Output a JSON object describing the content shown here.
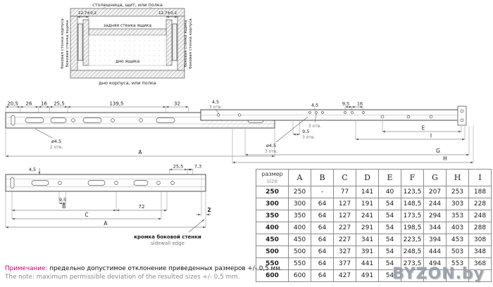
{
  "watermark": "BYZON.by",
  "note": {
    "ru_label": "Примечание:",
    "ru_text": "предельно допустимое отклонение приведенных размеров +/- 0,5 мм.",
    "en_text": "The note: maximum permissible deviation of the resulted sizes +/- 0,5 mm."
  },
  "install": {
    "top": "столешница, щит, или полка",
    "back": "задняя стенка ящика",
    "side_body": "боковая стенка корпуса",
    "side_drawer": "боковая стенка ящика",
    "bottom_drawer": "дно ящика",
    "bottom": "дно корпуса, или полка",
    "dim": "12,7±0,2"
  },
  "drawing": {
    "top": {
      "dims_top": [
        "20,5",
        "26",
        "16",
        "25,5",
        "139,5",
        "32"
      ],
      "hole_top": {
        "v": "4,5",
        "n": "3 отв."
      },
      "right_top": [
        "9,5",
        "16"
      ],
      "hole_right": {
        "v": "4,5",
        "n": "3 отв."
      },
      "hole_left": {
        "v": "ø4,5",
        "n": "2 отв."
      },
      "hole_mid": {
        "v": "9,5",
        "n": "3 отв."
      },
      "hole_mid2": {
        "v": "ø4,5",
        "n": "3 отв."
      },
      "dim_a": "A",
      "dim_e": "E",
      "dim_i": "I",
      "dim_g": "G",
      "dim_h": "H"
    },
    "bottom": {
      "dim_45": "4,5",
      "dim_255": "25,5",
      "dim_73": "7,3",
      "dim_95": "9,5",
      "dim_b": "B",
      "dim_72": "72",
      "dim_c": "C",
      "dim_a": "A",
      "dim_2": "2",
      "edge_ru": "кромка боковой стенки",
      "edge_en": "sidewall edge"
    }
  },
  "table": {
    "size_ru": "размер",
    "size_en": "size",
    "cols": [
      "A",
      "B",
      "C",
      "D",
      "E",
      "F",
      "G",
      "H",
      "I"
    ],
    "rows": [
      {
        "size": "250",
        "values": [
          "250",
          "-",
          "77",
          "141",
          "40",
          "123,5",
          "207",
          "253",
          "188"
        ]
      },
      {
        "size": "300",
        "values": [
          "300",
          "64",
          "127",
          "191",
          "54",
          "148,5",
          "244",
          "303",
          "228"
        ]
      },
      {
        "size": "350",
        "values": [
          "350",
          "64",
          "127",
          "241",
          "54",
          "173,5",
          "294",
          "353",
          "248"
        ]
      },
      {
        "size": "400",
        "values": [
          "400",
          "64",
          "227",
          "291",
          "54",
          "198,5",
          "344",
          "403",
          "288"
        ]
      },
      {
        "size": "450",
        "values": [
          "450",
          "64",
          "227",
          "341",
          "54",
          "223,5",
          "394",
          "453",
          "308"
        ]
      },
      {
        "size": "500",
        "values": [
          "500",
          "64",
          "327",
          "391",
          "54",
          "248,5",
          "444",
          "503",
          "348"
        ]
      },
      {
        "size": "550",
        "values": [
          "550",
          "64",
          "377",
          "441",
          "54",
          "273,5",
          "494",
          "553",
          "368"
        ]
      },
      {
        "size": "600",
        "values": [
          "600",
          "64",
          "427",
          "491",
          "54",
          "",
          "",
          "",
          ""
        ]
      }
    ]
  }
}
